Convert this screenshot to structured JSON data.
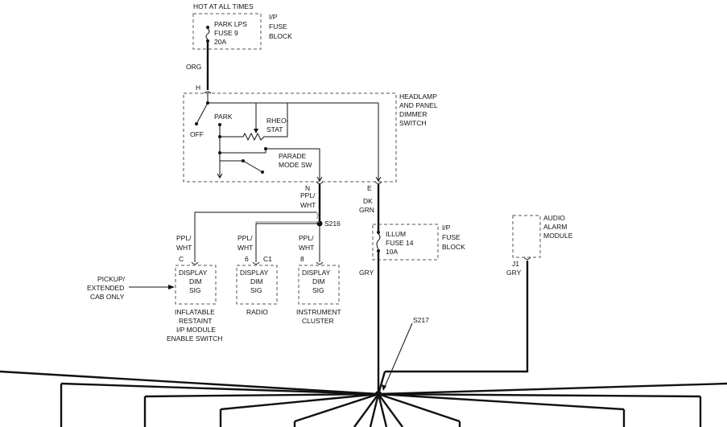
{
  "power": {
    "hot_label": "HOT AT ALL TIMES",
    "fuse_park": [
      "PARK LPS",
      "FUSE 9",
      "20A"
    ],
    "fuse_block_upper": [
      "I/P",
      "FUSE",
      "BLOCK"
    ],
    "wire_org": "ORG",
    "pin_h": "H"
  },
  "switch": {
    "title": [
      "HEADLAMP",
      "AND PANEL",
      "DIMMER",
      "SWITCH"
    ],
    "park": "PARK",
    "off": "OFF",
    "rheostat": [
      "RHEO-",
      "STAT"
    ],
    "parade": [
      "PARADE",
      "MODE SW"
    ],
    "pin_n": "N",
    "pin_e": "E"
  },
  "wires": {
    "ppl_wht_main": [
      "PPL/",
      "WHT"
    ],
    "dk_grn": [
      "DK",
      "GRN"
    ],
    "splice_s216": "S216",
    "splice_s217": "S217",
    "gry_left": "GRY",
    "gry_right": "GRY",
    "ppl_wht_a": [
      "PPL/",
      "WHT"
    ],
    "ppl_wht_b": [
      "PPL/",
      "WHT"
    ],
    "ppl_wht_c": [
      "PPL/",
      "WHT"
    ]
  },
  "illum_fuse": {
    "fuse": [
      "ILLUM",
      "FUSE 14",
      "10A"
    ],
    "block": [
      "I/P",
      "FUSE",
      "BLOCK"
    ]
  },
  "audio": {
    "module": [
      "AUDIO",
      "ALARM",
      "MODULE"
    ],
    "pin": "J1"
  },
  "modules": [
    {
      "pin": "C",
      "text": [
        "DISPLAY",
        "DIM",
        "SIG"
      ],
      "caption": [
        "INFLATABLE",
        "RESTAINT",
        "I/P MODULE",
        "ENABLE SWITCH"
      ]
    },
    {
      "pin": "6",
      "pin2": "C1",
      "text": [
        "DISPLAY",
        "DIM",
        "SIG"
      ],
      "caption": [
        "RADIO"
      ]
    },
    {
      "pin": "8",
      "text": [
        "DISPLAY",
        "DIM",
        "SIG"
      ],
      "caption": [
        "INSTRUMENT",
        "CLUSTER"
      ]
    }
  ],
  "pickup_note": [
    "PICKUP/",
    "EXTENDED",
    "CAB ONLY"
  ]
}
